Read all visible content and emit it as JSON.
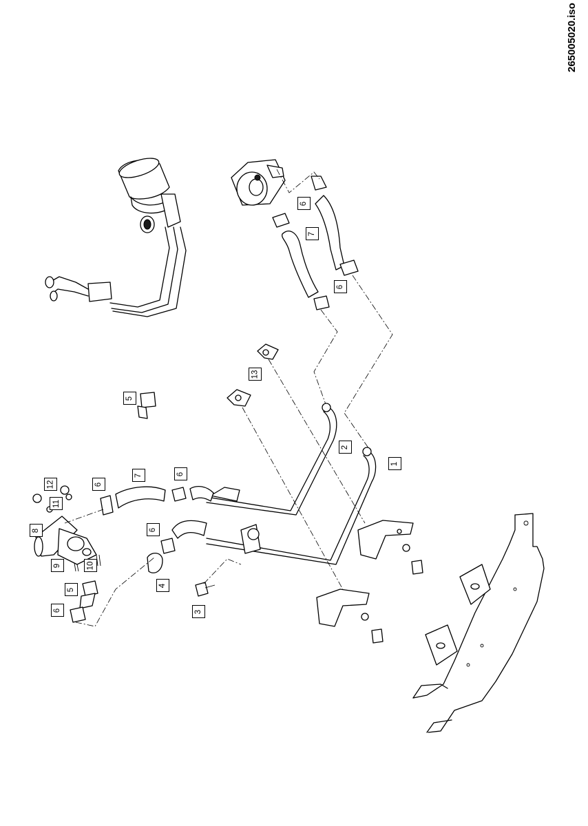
{
  "drawing": {
    "document_id": "265005020.iso"
  },
  "callouts": [
    {
      "id": "c-6-top-a",
      "label": "6"
    },
    {
      "id": "c-7-top",
      "label": "7"
    },
    {
      "id": "c-6-top-b",
      "label": "6"
    },
    {
      "id": "c-13",
      "label": "13"
    },
    {
      "id": "c-5-upper",
      "label": "5"
    },
    {
      "id": "c-2",
      "label": "2"
    },
    {
      "id": "c-1",
      "label": "1"
    },
    {
      "id": "c-12",
      "label": "12"
    },
    {
      "id": "c-6-mid-a",
      "label": "6"
    },
    {
      "id": "c-7-mid",
      "label": "7"
    },
    {
      "id": "c-6-mid-b",
      "label": "6"
    },
    {
      "id": "c-11",
      "label": "11"
    },
    {
      "id": "c-8",
      "label": "8"
    },
    {
      "id": "c-6-mid-c",
      "label": "6"
    },
    {
      "id": "c-9",
      "label": "9"
    },
    {
      "id": "c-10",
      "label": "10"
    },
    {
      "id": "c-4",
      "label": "4"
    },
    {
      "id": "c-5-lower",
      "label": "5"
    },
    {
      "id": "c-3",
      "label": "3"
    },
    {
      "id": "c-6-bottom",
      "label": "6"
    }
  ]
}
